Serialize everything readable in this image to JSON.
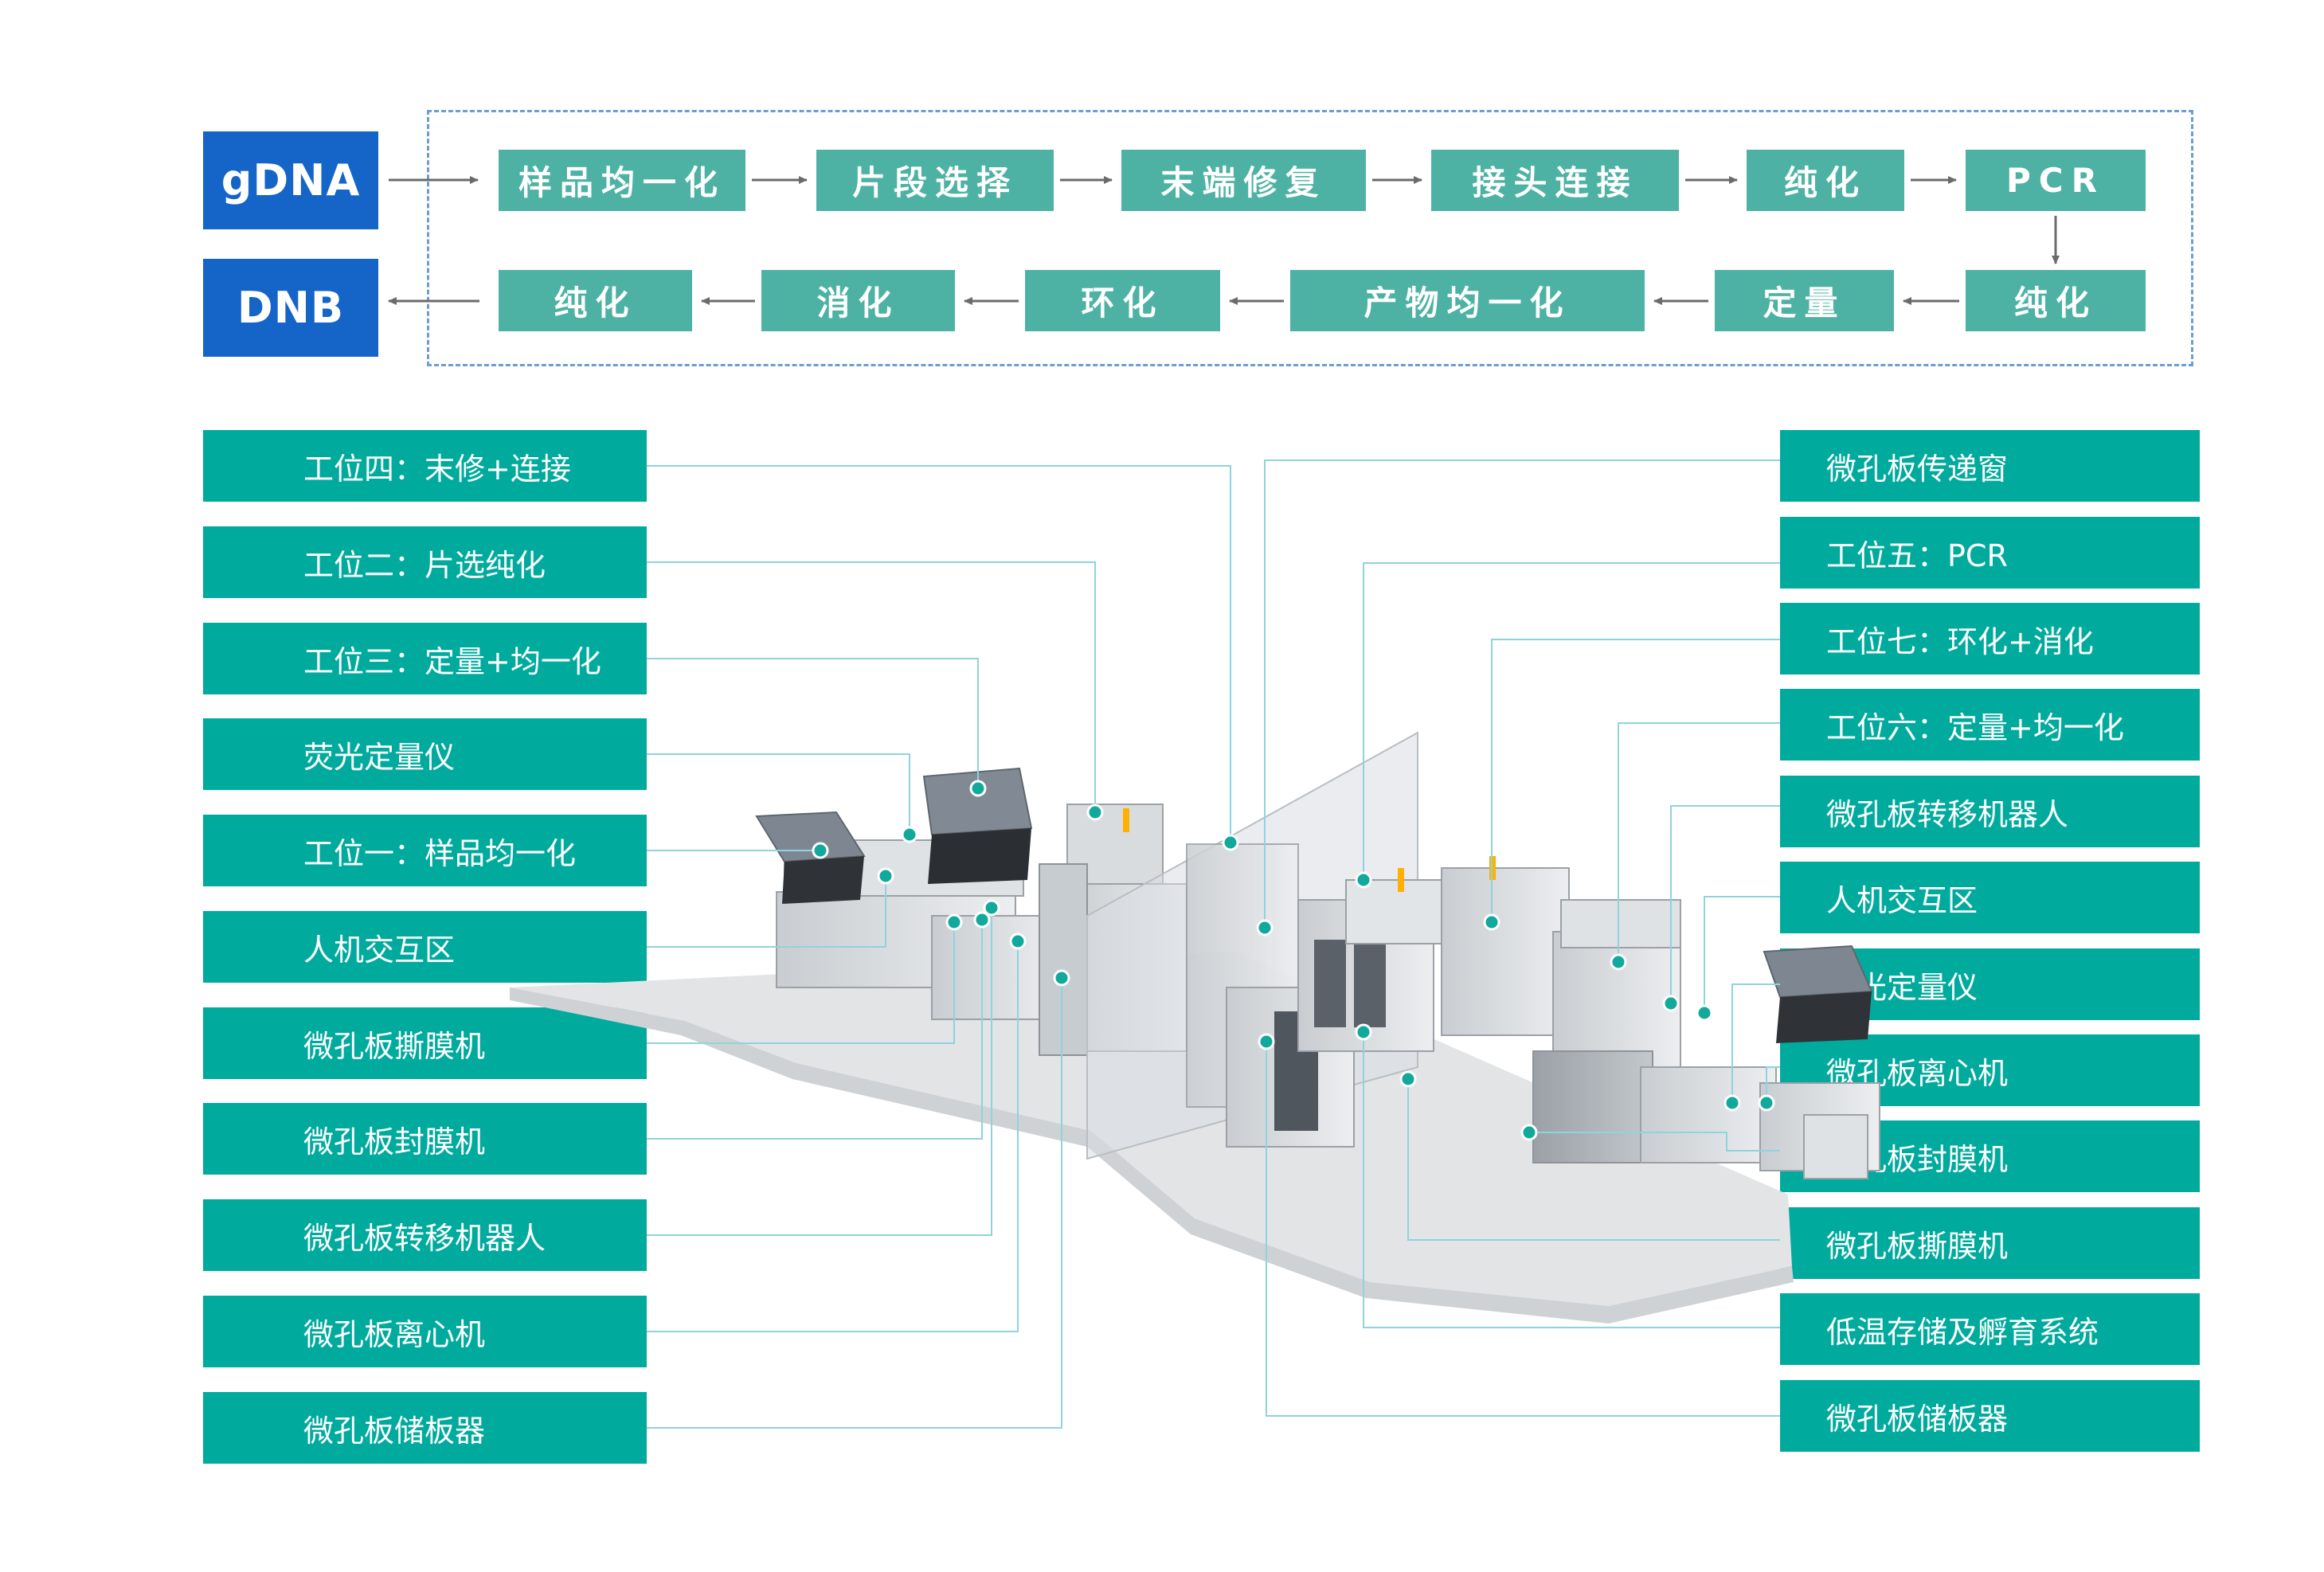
{
  "flow": {
    "input": "gDNA",
    "output": "DNB",
    "row1": [
      "样品均一化",
      "片段选择",
      "末端修复",
      "接头连接",
      "纯化",
      "PCR"
    ],
    "row2": [
      "纯化",
      "消化",
      "环化",
      "产物均一化",
      "定量",
      "纯化"
    ]
  },
  "left_labels": [
    "工位四：末修+连接",
    "工位二：片选纯化",
    "工位三：定量+均一化",
    "荧光定量仪",
    "工位一：样品均一化",
    "人机交互区",
    "微孔板撕膜机",
    "微孔板封膜机",
    "微孔板转移机器人",
    "微孔板离心机",
    "微孔板储板器"
  ],
  "right_labels": [
    "微孔板传递窗",
    "工位五：PCR",
    "工位七：环化+消化",
    "工位六：定量+均一化",
    "微孔板转移机器人",
    "人机交互区",
    "荧光定量仪",
    "微孔板离心机",
    "微孔板封膜机",
    "微孔板撕膜机",
    "低温存储及孵育系统",
    "微孔板储板器"
  ],
  "colors": {
    "input_output": "#1565c8",
    "flow_step": "#4db2a4",
    "label": "#00ab9e",
    "leader_line": "#8fd3de",
    "marker_dot": "#10a99b"
  }
}
